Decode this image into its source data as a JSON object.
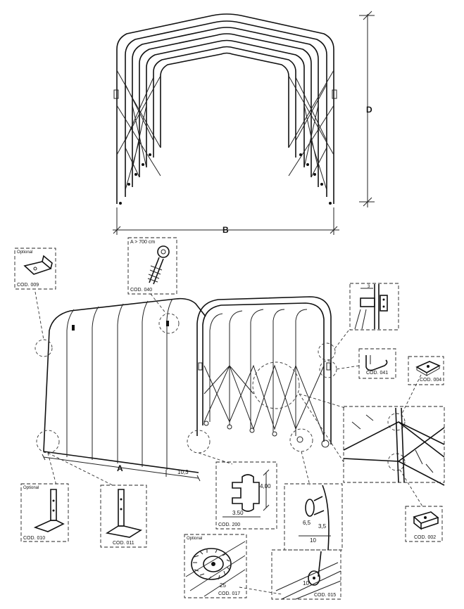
{
  "dimensions": {
    "d": "D",
    "b": "B",
    "a": "A",
    "offset": "10,3"
  },
  "details": {
    "cod009": {
      "optional": "Optional",
      "code": "COD. 009"
    },
    "cod040": {
      "note": "A > 700 cm",
      "code": "COD. 040"
    },
    "cod041": {
      "code": "COD. 041",
      "dim": "3"
    },
    "cod004": {
      "code": "COD. 004"
    },
    "cod010": {
      "optional": "Optional",
      "code": "COD. 010"
    },
    "cod011": {
      "code": "COD. 011"
    },
    "cod200": {
      "code": "COD. 200",
      "width": "3.50",
      "height": "4,00"
    },
    "cod002": {
      "code": "COD. 002"
    },
    "wheel_small": {
      "d1": "6,5",
      "d2": "3,5",
      "d3": "10"
    },
    "cod017": {
      "optional": "Optional",
      "code": "COD. 017",
      "dim": "25"
    },
    "cod015": {
      "code": "COD. 015",
      "dim": "10"
    }
  }
}
